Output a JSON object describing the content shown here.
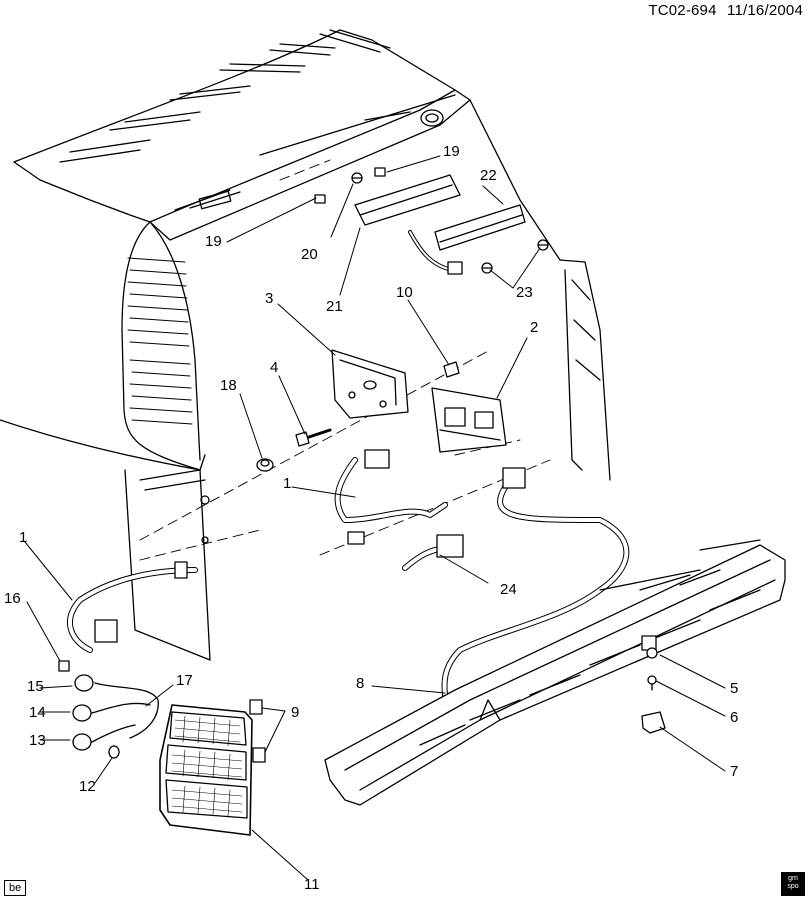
{
  "header": {
    "drawing_id": "TC02-694",
    "date": "11/16/2004"
  },
  "callouts": [
    {
      "num": "1"
    },
    {
      "num": "1"
    },
    {
      "num": "2"
    },
    {
      "num": "3"
    },
    {
      "num": "4"
    },
    {
      "num": "5"
    },
    {
      "num": "6"
    },
    {
      "num": "7"
    },
    {
      "num": "8"
    },
    {
      "num": "9"
    },
    {
      "num": "10"
    },
    {
      "num": "11"
    },
    {
      "num": "12"
    },
    {
      "num": "13"
    },
    {
      "num": "14"
    },
    {
      "num": "15"
    },
    {
      "num": "16"
    },
    {
      "num": "17"
    },
    {
      "num": "18"
    },
    {
      "num": "19"
    },
    {
      "num": "19"
    },
    {
      "num": "20"
    },
    {
      "num": "21"
    },
    {
      "num": "22"
    },
    {
      "num": "23"
    },
    {
      "num": "24"
    }
  ],
  "corner_tag": "be",
  "logo_text": "gm spo"
}
